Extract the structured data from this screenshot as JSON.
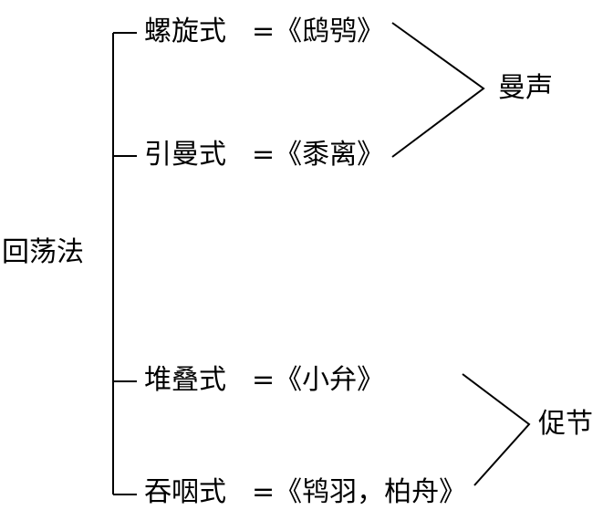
{
  "root": {
    "label": "回荡法"
  },
  "styles": [
    {
      "name": "螺旋式",
      "example": "=《鸱鸮》"
    },
    {
      "name": "引曼式",
      "example": "=《黍离》"
    },
    {
      "name": "堆叠式",
      "example": "=《小弁》"
    },
    {
      "name": "吞咽式",
      "example": "=《鸨羽，柏舟》"
    }
  ],
  "groups": [
    {
      "label": "曼声"
    },
    {
      "label": "促节"
    }
  ],
  "colors": {
    "line": "#000000",
    "text": "#000000",
    "background": "#ffffff"
  }
}
